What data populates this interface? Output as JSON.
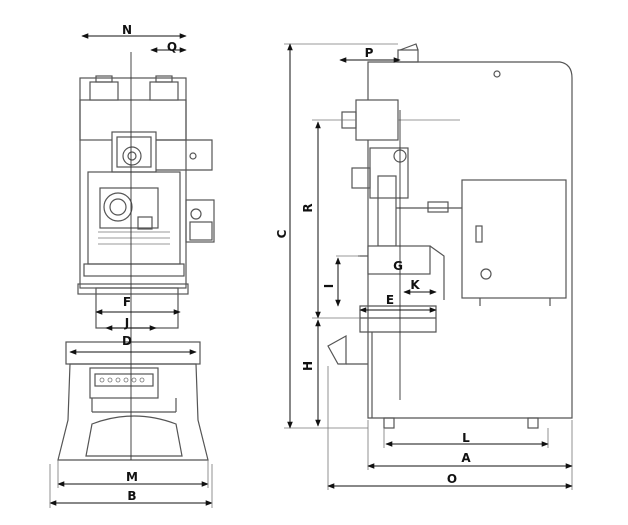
{
  "labels": {
    "N": "N",
    "Q": "Q",
    "F": "F",
    "J": "J",
    "D": "D",
    "M": "M",
    "B": "B",
    "P": "P",
    "C": "C",
    "R": "R",
    "G": "G",
    "K": "K",
    "E": "E",
    "I": "I",
    "H": "H",
    "L": "L",
    "A": "A",
    "O": "O"
  }
}
